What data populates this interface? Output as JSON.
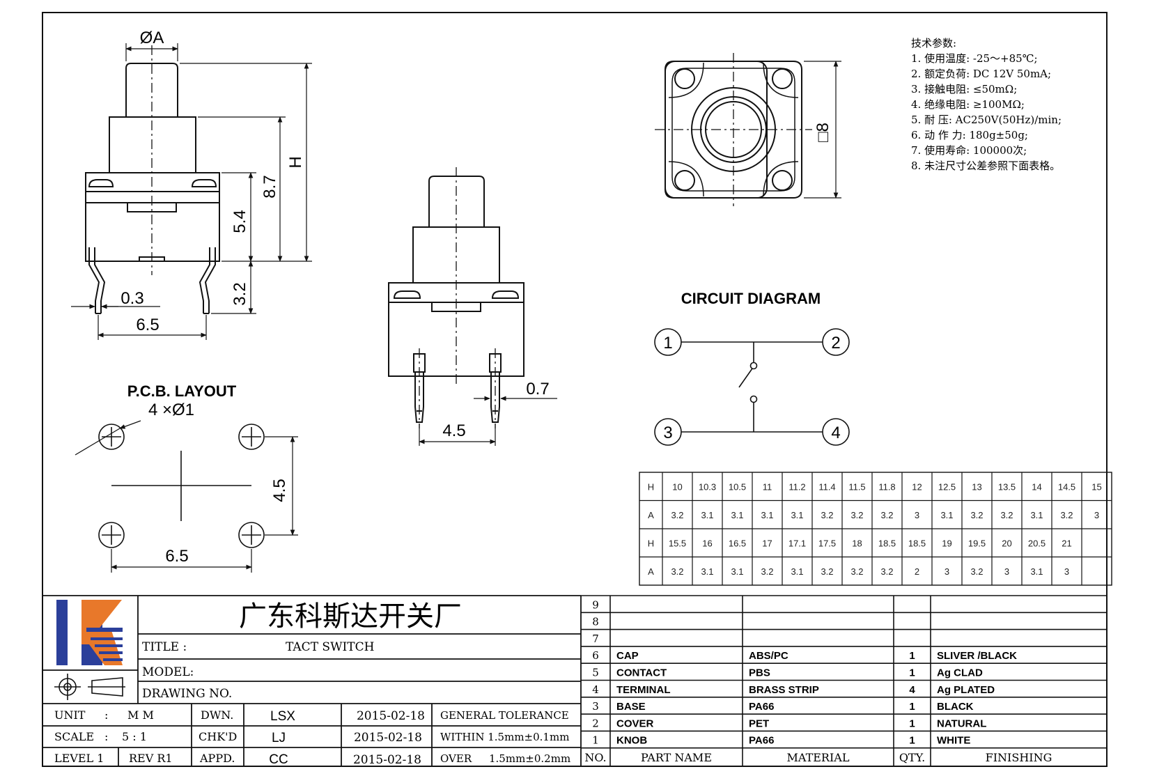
{
  "dimensions": {
    "phi_a": "ØA",
    "h": "H",
    "d_8_7": "8.7",
    "d_5_4": "5.4",
    "d_3_2": "3.2",
    "d_0_3": "0.3",
    "d_6_5_front": "6.5",
    "d_0_7": "0.7",
    "d_4_5_side": "4.5",
    "d_square_8": "□8",
    "pcb_hole": "4 ×Ø1",
    "pcb_4_5": "4.5",
    "pcb_6_5": "6.5"
  },
  "labels": {
    "pcb_layout": "P.C.B. LAYOUT",
    "circuit_diagram": "CIRCUIT DIAGRAM"
  },
  "specs": {
    "heading": "技术参数:",
    "items": [
      "1. 使用温度: -25～+85℃;",
      "2. 额定负荷: DC 12V 50mA;",
      "3. 接触电阻: ≤50mΩ;",
      "4. 绝缘电阻: ≥100MΩ;",
      "5. 耐      压: AC250V(50Hz)/min;",
      "6. 动 作 力: 180g±50g;",
      "7. 使用寿命: 100000次;",
      "8. 未注尺寸公差参照下面表格。"
    ]
  },
  "circuit": {
    "pins": [
      "1",
      "2",
      "3",
      "4"
    ]
  },
  "ha_table": {
    "rows": [
      [
        "H",
        "10",
        "10.3",
        "10.5",
        "11",
        "11.2",
        "11.4",
        "11.5",
        "11.8",
        "12",
        "12.5",
        "13",
        "13.5",
        "14",
        "14.5",
        "15"
      ],
      [
        "A",
        "3.2",
        "3.1",
        "3.1",
        "3.1",
        "3.1",
        "3.2",
        "3.2",
        "3.2",
        "3",
        "3.1",
        "3.2",
        "3.2",
        "3.1",
        "3.2",
        "3"
      ],
      [
        "H",
        "15.5",
        "16",
        "16.5",
        "17",
        "17.1",
        "17.5",
        "18",
        "18.5",
        "18.5",
        "19",
        "19.5",
        "20",
        "20.5",
        "21",
        ""
      ],
      [
        "A",
        "3.2",
        "3.1",
        "3.1",
        "3.2",
        "3.1",
        "3.2",
        "3.2",
        "3.2",
        "2",
        "3",
        "3.2",
        "3",
        "3.1",
        "3",
        ""
      ]
    ]
  },
  "title_block": {
    "company": "广东科斯达开关厂",
    "title_label": "TITLE :",
    "title_value": "TACT SWITCH",
    "model_label": "MODEL:",
    "drawing_no_label": "DRAWING NO.",
    "unit_label": "UNIT",
    "unit_sep": ":",
    "unit_value": "M M",
    "scale_label": "SCALE",
    "scale_sep": ":",
    "scale_value": "5 : 1",
    "level": "LEVEL 1",
    "rev": "REV  R1",
    "dwn_label": "DWN.",
    "dwn_value": "LSX",
    "dwn_date": "2015-02-18",
    "chk_label": "CHK'D",
    "chk_value": "LJ",
    "chk_date": "2015-02-18",
    "appd_label": "APPD.",
    "appd_value": "CC",
    "appd_date": "2015-02-18",
    "tol_title": "GENERAL TOLERANCE",
    "tol_within": "WITHIN 1.5mm±0.1mm",
    "tol_over_label": "OVER",
    "tol_over_value": "1.5mm±0.2mm",
    "brand_colors": {
      "blue": "#2b3f9a",
      "orange": "#e8782a"
    }
  },
  "bom": {
    "rows": [
      {
        "no": "9",
        "part": "",
        "material": "",
        "qty": "",
        "finish": ""
      },
      {
        "no": "8",
        "part": "",
        "material": "",
        "qty": "",
        "finish": ""
      },
      {
        "no": "7",
        "part": "",
        "material": "",
        "qty": "",
        "finish": ""
      },
      {
        "no": "6",
        "part": "CAP",
        "material": "ABS/PC",
        "qty": "1",
        "finish": "SLIVER /BLACK"
      },
      {
        "no": "5",
        "part": "CONTACT",
        "material": "PBS",
        "qty": "1",
        "finish": "Ag CLAD"
      },
      {
        "no": "4",
        "part": "TERMINAL",
        "material": "BRASS STRIP",
        "qty": "4",
        "finish": "Ag PLATED"
      },
      {
        "no": "3",
        "part": "BASE",
        "material": "PA66",
        "qty": "1",
        "finish": "BLACK"
      },
      {
        "no": "2",
        "part": "COVER",
        "material": "PET",
        "qty": "1",
        "finish": "NATURAL"
      },
      {
        "no": "1",
        "part": "KNOB",
        "material": "PA66",
        "qty": "1",
        "finish": "WHITE"
      }
    ],
    "header": {
      "no": "NO.",
      "part": "PART  NAME",
      "material": "MATERIAL",
      "qty": "QTY.",
      "finish": "FINISHING"
    }
  }
}
